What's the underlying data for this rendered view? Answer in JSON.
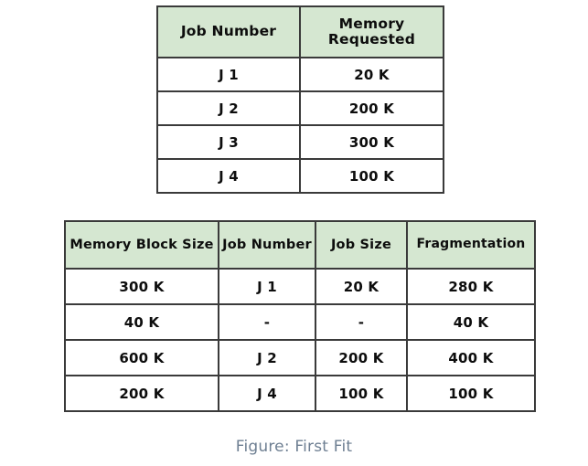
{
  "figure": {
    "caption": "Figure: First Fit",
    "header_bg": "#d5e7d1",
    "border_color": "#3a3a3a",
    "caption_color": "#6e7f92",
    "page_bg": "#ffffff"
  },
  "job_table": {
    "headers": [
      "Job Number",
      "Memory Requested"
    ],
    "rows": [
      [
        "J 1",
        "20 K"
      ],
      [
        "J 2",
        "200 K"
      ],
      [
        "J 3",
        "300 K"
      ],
      [
        "J 4",
        "100 K"
      ]
    ]
  },
  "allocation_table": {
    "headers": [
      "Memory Block Size",
      "Job Number",
      "Job Size",
      "Fragmentation"
    ],
    "rows": [
      [
        "300 K",
        "J 1",
        "20 K",
        "280 K"
      ],
      [
        "40 K",
        "-",
        "-",
        "40 K"
      ],
      [
        "600 K",
        "J 2",
        "200 K",
        "400 K"
      ],
      [
        "200 K",
        "J 4",
        "100 K",
        "100 K"
      ]
    ]
  }
}
